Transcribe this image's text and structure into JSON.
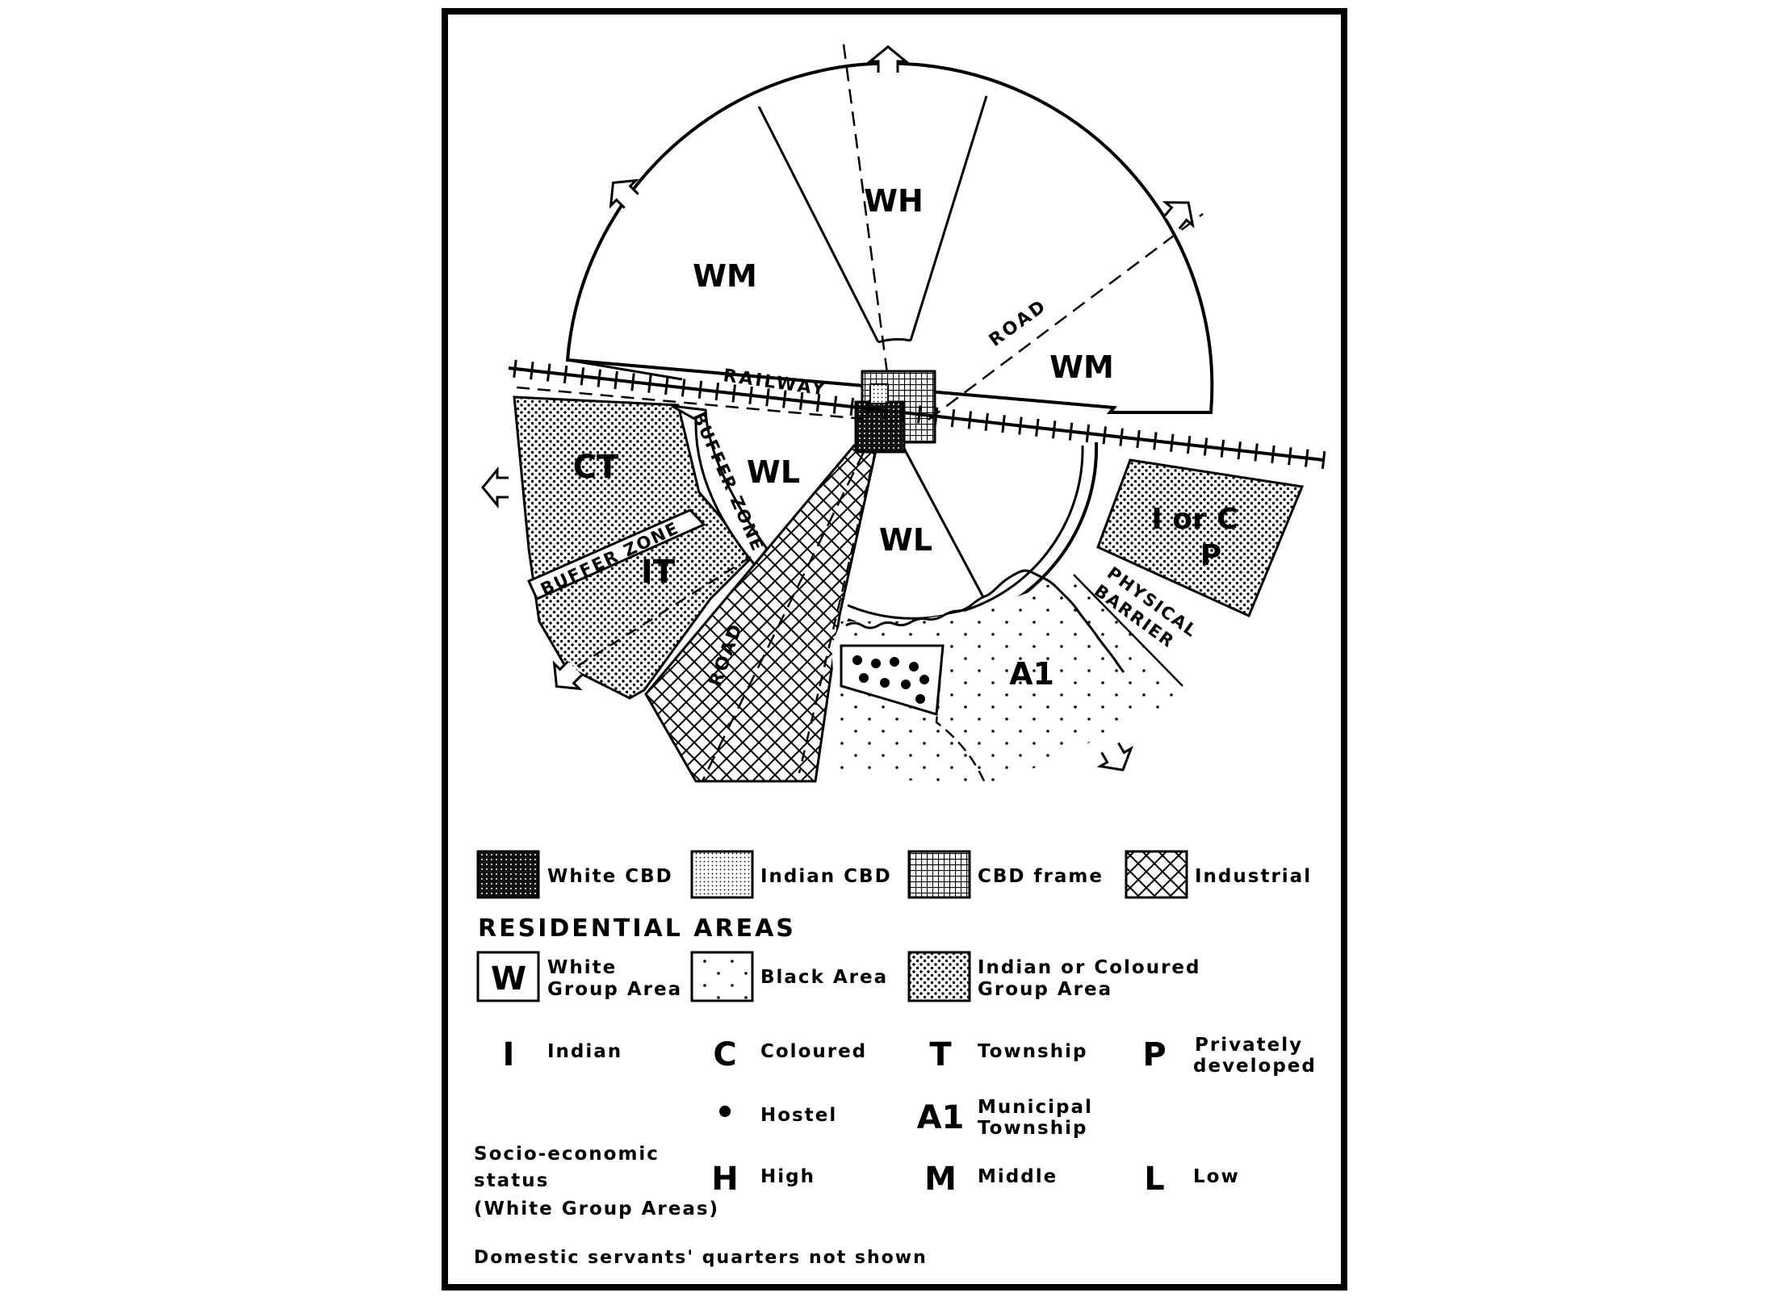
{
  "map": {
    "zones": {
      "wh": "WH",
      "wm_left": "WM",
      "wm_right": "WM",
      "wl_left": "WL",
      "wl_right": "WL",
      "ct": "CT",
      "it": "IT",
      "i_or_c": "I or C",
      "p": "P",
      "a1": "A1"
    },
    "labels": {
      "railway": "RAILWAY",
      "road_upper": "ROAD",
      "road_lower": "ROAD",
      "buffer_zone_1": "BUFFER ZONE",
      "buffer_zone_2": "BUFFER ZONE",
      "physical": "PHYSICAL",
      "barrier": "BARRIER"
    }
  },
  "legend": {
    "land_use": [
      {
        "label": "White CBD"
      },
      {
        "label": "Indian CBD"
      },
      {
        "label": "CBD frame"
      },
      {
        "label": "Industrial"
      }
    ],
    "residential_heading": "RESIDENTIAL AREAS",
    "residential": {
      "white_symbol": "W",
      "white_line1": "White",
      "white_line2": "Group Area",
      "black": "Black Area",
      "indian_line1": "Indian or Coloured",
      "indian_line2": "Group Area"
    },
    "codes": {
      "i_symbol": "I",
      "i_label": "Indian",
      "c_symbol": "C",
      "c_label": "Coloured",
      "t_symbol": "T",
      "t_label": "Township",
      "p_symbol": "P",
      "p_line1": "Privately",
      "p_line2": "developed",
      "hostel_symbol": "•",
      "hostel_label": "Hostel",
      "a1_symbol": "A1",
      "a1_line1": "Municipal",
      "a1_line2": "Township"
    },
    "status": {
      "title_line1": "Socio-economic",
      "title_line2": "status",
      "title_line3": "(White Group Areas)",
      "h_symbol": "H",
      "h_label": "High",
      "m_symbol": "M",
      "m_label": "Middle",
      "l_symbol": "L",
      "l_label": "Low"
    },
    "note": "Domestic servants' quarters not shown"
  },
  "colors": {
    "ink": "#000000",
    "paper": "#ffffff"
  }
}
